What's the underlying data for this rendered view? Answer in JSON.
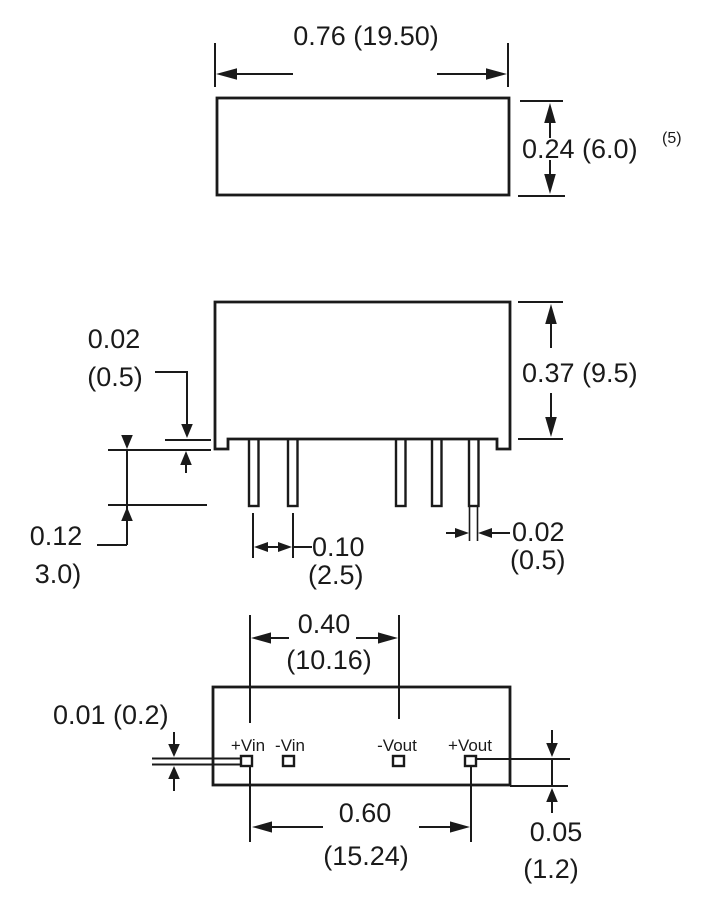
{
  "diagram": {
    "colors": {
      "ink": "#1a1a1a",
      "background": "#ffffff"
    },
    "top_view": {
      "width_dim": "0.76 (19.50)",
      "height_dim": "0.24 (6.0)",
      "height_note": "(5)"
    },
    "side_view": {
      "height_dim": "0.37 (9.5)",
      "standoff_dim_line1": "0.02",
      "standoff_dim_line2": "(0.5)",
      "pin_length_line1": "0.12",
      "pin_length_line2": "3.0)",
      "pin_pitch_line1": "0.10",
      "pin_pitch_line2": "(2.5)",
      "pin_width_line1": "0.02",
      "pin_width_line2": "(0.5)"
    },
    "bottom_view": {
      "pin_labels": [
        "+Vin",
        "-Vin",
        "-Vout",
        "+Vout"
      ],
      "inner_span_line1": "0.40",
      "inner_span_line2": "(10.16)",
      "outer_span_line1": "0.60",
      "outer_span_line2": "(15.24)",
      "lead_thickness_dim": "0.01 (0.2)",
      "pad_to_edge_line1": "0.05",
      "pad_to_edge_line2": "(1.2)"
    }
  }
}
